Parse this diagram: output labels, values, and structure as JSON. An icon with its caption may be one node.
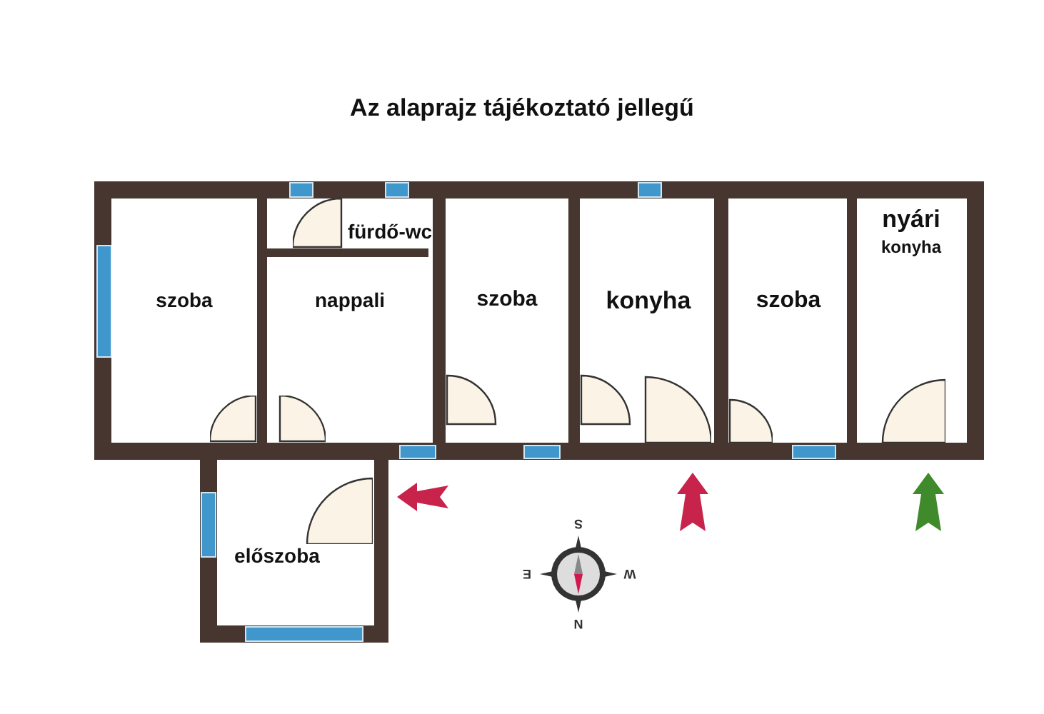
{
  "diagram": {
    "title": "Az alaprajz tájékoztató jellegű",
    "nodes": [
      {
        "text": [
          "szoba"
        ]
      },
      {
        "text": [
          "nappali"
        ]
      },
      {
        "text": [
          "fürdő-wc"
        ]
      },
      {
        "text": [
          "szoba"
        ]
      },
      {
        "text": [
          "konyha"
        ]
      },
      {
        "text": [
          "szoba"
        ]
      },
      {
        "text": [
          "nyári",
          "konyha"
        ]
      },
      {
        "text": [
          "előszoba"
        ]
      }
    ],
    "labels": [
      "S",
      "E",
      "W",
      "N"
    ]
  }
}
